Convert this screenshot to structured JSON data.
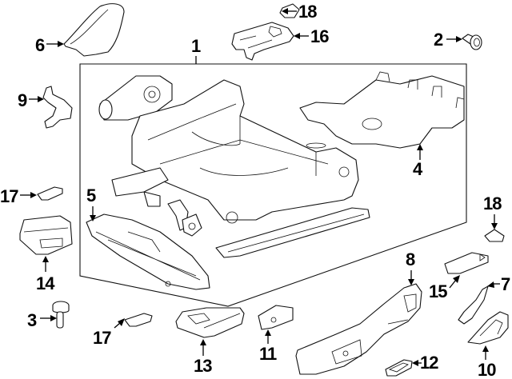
{
  "diagram": {
    "title": "Seat frame and track components (exploded parts view)",
    "callouts": [
      {
        "number": "1",
        "part": "seat-frame-assembly"
      },
      {
        "number": "2",
        "part": "bolt"
      },
      {
        "number": "3",
        "part": "bolt"
      },
      {
        "number": "4",
        "part": "lumbar-support"
      },
      {
        "number": "5",
        "part": "seat-track"
      },
      {
        "number": "6",
        "part": "recliner-cover"
      },
      {
        "number": "7",
        "part": "trim-bracket"
      },
      {
        "number": "8",
        "part": "side-shield"
      },
      {
        "number": "9",
        "part": "bracket"
      },
      {
        "number": "10",
        "part": "recliner-cover"
      },
      {
        "number": "11",
        "part": "switch"
      },
      {
        "number": "12",
        "part": "bezel"
      },
      {
        "number": "13",
        "part": "track-cover"
      },
      {
        "number": "14",
        "part": "track-cover"
      },
      {
        "number": "15",
        "part": "track-cover"
      },
      {
        "number": "16",
        "part": "track-cover"
      },
      {
        "number": "17",
        "part": "cap"
      },
      {
        "number": "17",
        "part": "cap"
      },
      {
        "number": "18",
        "part": "cap"
      },
      {
        "number": "18",
        "part": "cap"
      }
    ]
  }
}
